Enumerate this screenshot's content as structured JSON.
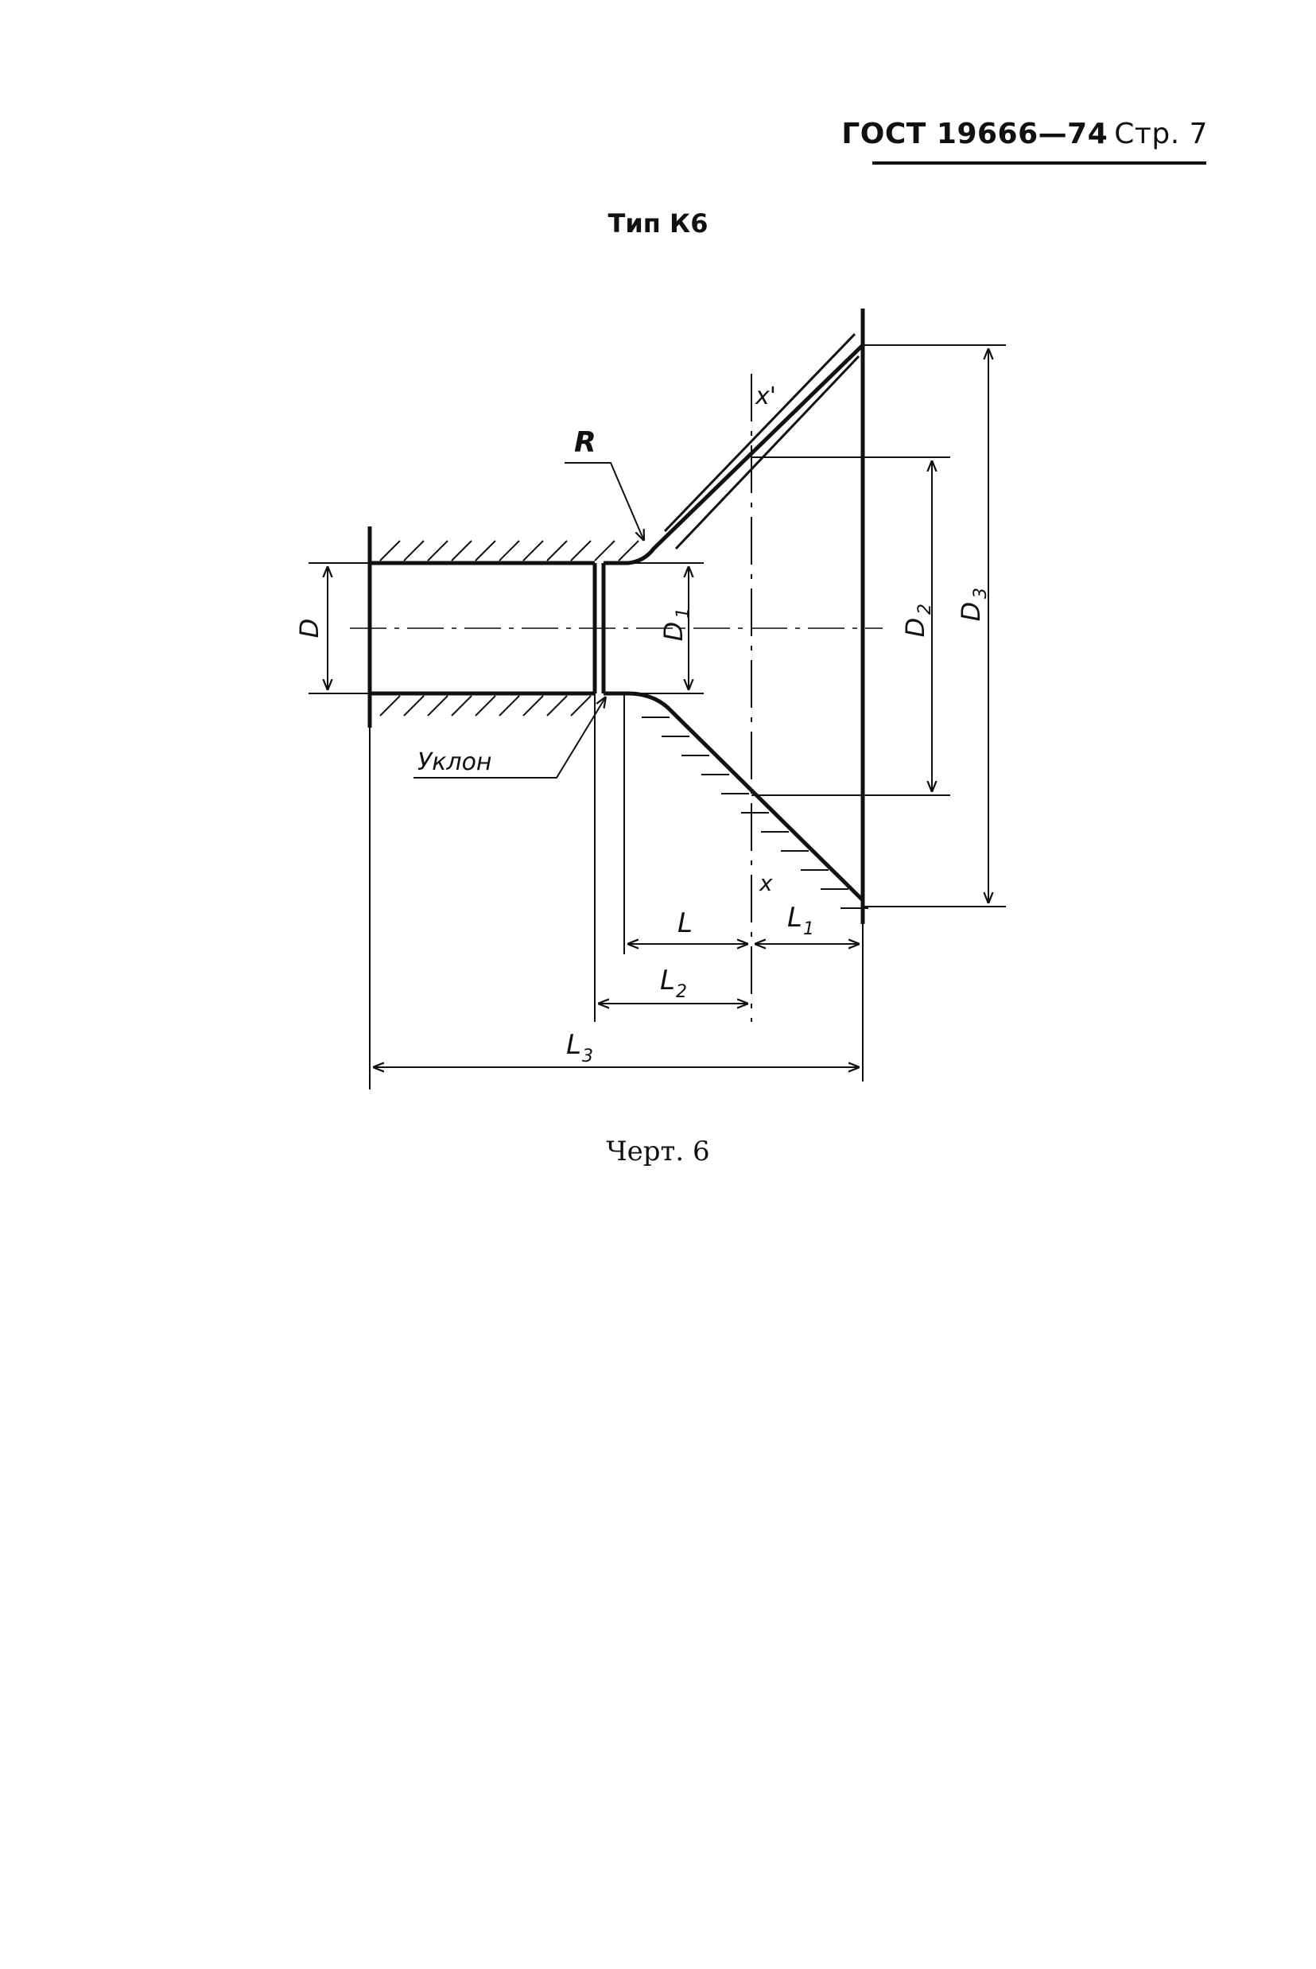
{
  "header": {
    "standard": "ГОСТ 19666—74",
    "page": "Стр. 7"
  },
  "type_title": "Тип К6",
  "drawing_labels": {
    "D": "D",
    "D1_main": "D",
    "D1_sub": "1",
    "D2_main": "D",
    "D2_sub": "2",
    "D3_main": "D",
    "D3_sub": "3",
    "R": "R",
    "slope": "Уклон",
    "x": "x",
    "x_prime": "x'",
    "L": "L",
    "L1_main": "L",
    "L1_sub": "1",
    "L2_main": "L",
    "L2_sub": "2",
    "L3_main": "L",
    "L3_sub": "3"
  },
  "caption": "Черт. 6"
}
